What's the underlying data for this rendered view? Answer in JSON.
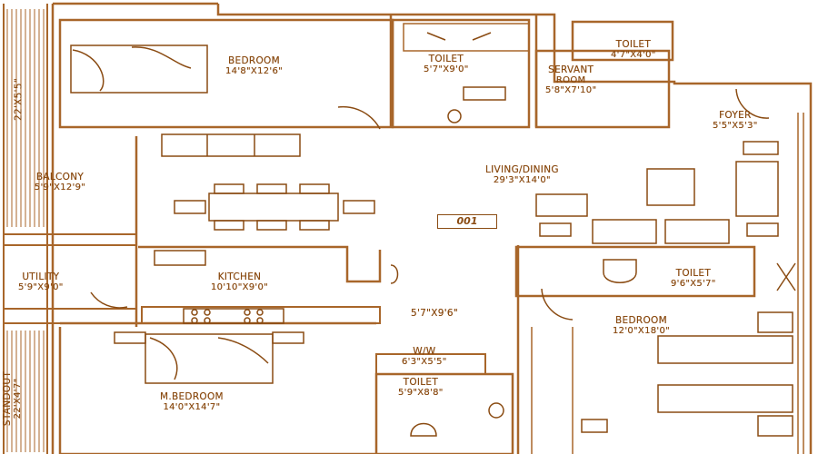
{
  "colors": {
    "wall": "#a8662a",
    "line": "#8a4b12",
    "paper": "#ffffff"
  },
  "rooms": {
    "bedroom_top": {
      "name": "BEDROOM",
      "dim": "14'8\"X12'6\""
    },
    "toilet_top": {
      "name": "TOILET",
      "dim": "5'7\"X9'0\""
    },
    "toilet_servant": {
      "name": "TOILET",
      "dim": "4'7\"X4'0\""
    },
    "servant": {
      "name1": "SERVANT",
      "name2": "ROOM",
      "dim": "5'8\"X7'10\""
    },
    "foyer": {
      "name": "FOYER",
      "dim": "5'5\"X5'3\""
    },
    "living": {
      "name": "LIVING/DINING",
      "dim": "29'3\"X14'0\""
    },
    "balcony": {
      "name": "BALCONY",
      "dim": "5'9\"X12'9\""
    },
    "balcony_dim_vertical": "22'X5'5\"",
    "utility": {
      "name": "UTILITY",
      "dim": "5'9\"X9'0\""
    },
    "kitchen": {
      "name": "KITCHEN",
      "dim": "10'10\"X9'0\""
    },
    "toilet_mid": {
      "name": "TOILET",
      "dim": "9'6\"X5'7\""
    },
    "passage": {
      "dim": "5'7\"X9'6\""
    },
    "bedroom_right": {
      "name": "BEDROOM",
      "dim": "12'0\"X18'0\""
    },
    "ww": {
      "name": "W/W",
      "dim": "6'3\"X5'5\""
    },
    "toilet_bottom": {
      "name": "TOILET",
      "dim": "5'9\"X8'8\""
    },
    "master_bedroom": {
      "name": "M.BEDROOM",
      "dim": "14'0\"X14'7\""
    },
    "standout": {
      "name": "STANDOUT",
      "dim": "22'X4'7\""
    }
  },
  "unit_number": "001"
}
